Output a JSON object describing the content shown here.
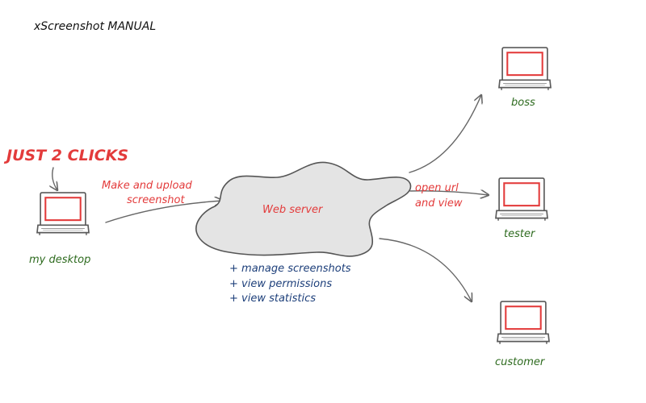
{
  "title": "xScreenshot MANUAL",
  "headline": "JUST 2 CLICKS",
  "upload_label": [
    "Make and upload",
    "screenshot"
  ],
  "server_label": "Web server",
  "server_features": [
    "+ manage screenshots",
    "+ view permissions",
    "+ view statistics"
  ],
  "open_label": [
    "open url",
    "and view"
  ],
  "nodes": {
    "desktop": "my desktop",
    "boss": "boss",
    "tester": "tester",
    "customer": "customer"
  },
  "colors": {
    "accent_red": "#e33b3b",
    "label_green": "#2e6b1f",
    "feature_blue": "#1d3f7a",
    "cloud_fill": "#e4e4e4",
    "line_gray": "#666666"
  }
}
